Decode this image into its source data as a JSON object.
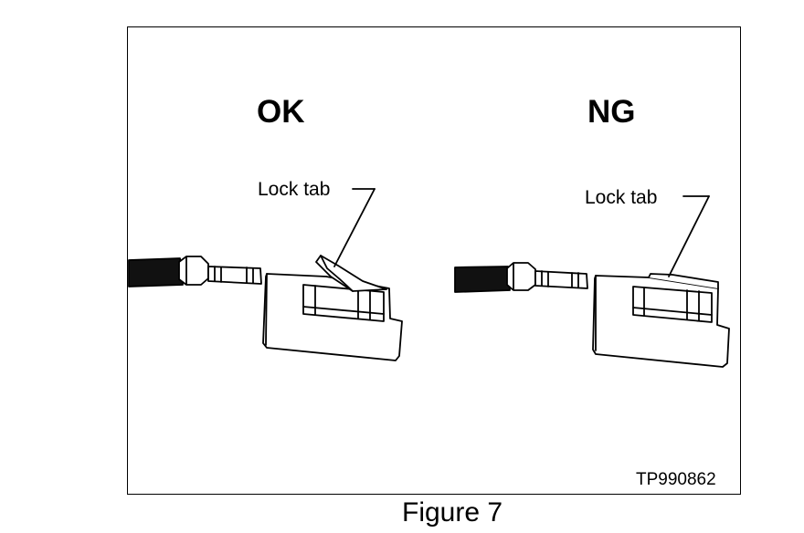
{
  "ok_panel": {
    "title": "OK",
    "lock_label": "Lock tab"
  },
  "ng_panel": {
    "title": "NG",
    "lock_label": "Lock tab"
  },
  "figure_code": "TP990862",
  "caption": "Figure 7"
}
